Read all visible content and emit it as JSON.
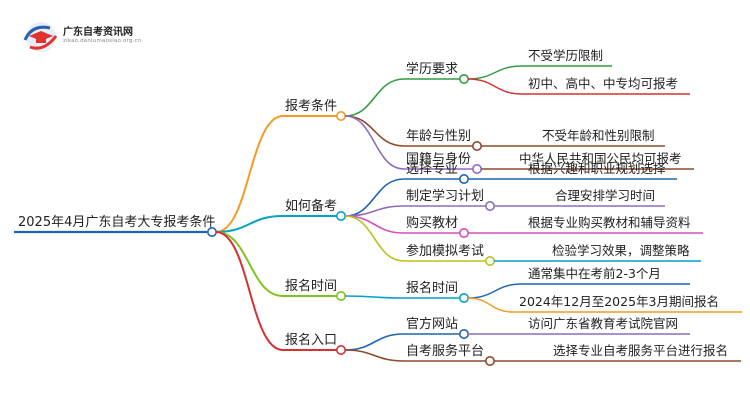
{
  "site": {
    "name": "广东自考资讯网",
    "url_text": "zikao.danlumaosiao.org.cn"
  },
  "mindmap": {
    "root": "2025年4月广东自考大专报考条件",
    "branches": [
      {
        "label": "报考条件",
        "color": "#f59a23",
        "children": [
          {
            "label": "学历要求",
            "color": "#2f9e44",
            "leaves": [
              {
                "label": "不受学历限制",
                "color": "#2f9e44"
              },
              {
                "label": "初中、高中、中专均可报考",
                "color": "#d63031"
              }
            ]
          },
          {
            "label": "年龄与性别",
            "color": "#8b4a2b",
            "leaves": [
              {
                "label": "不受年龄和性别限制",
                "color": "#8b4a2b"
              }
            ]
          },
          {
            "label": "国籍与身份",
            "color": "#8e6bbf",
            "leaves": [
              {
                "label": "中华人民共和国公民均可报考",
                "color": "#8b4a2b"
              }
            ]
          }
        ]
      },
      {
        "label": "如何备考",
        "color": "#00a3c4",
        "children": [
          {
            "label": "选择专业",
            "color": "#1e64b4",
            "leaves": [
              {
                "label": "根据兴趣和职业规划选择",
                "color": "#1e64b4"
              }
            ]
          },
          {
            "label": "制定学习计划",
            "color": "#8e6bbf",
            "leaves": [
              {
                "label": "合理安排学习时间",
                "color": "#8e6bbf"
              }
            ]
          },
          {
            "label": "购买教材",
            "color": "#d94fb5",
            "leaves": [
              {
                "label": "根据专业购买教材和辅导资料",
                "color": "#d94fb5"
              }
            ]
          },
          {
            "label": "参加模拟考试",
            "color": "#b8c21a",
            "leaves": [
              {
                "label": "检验学习效果，调整策略",
                "color": "#00a3c4"
              }
            ]
          }
        ]
      },
      {
        "label": "报名时间",
        "color": "#7fc31c",
        "children": [
          {
            "label": "报名时间",
            "color": "#00a3c4",
            "leaves": [
              {
                "label": "通常集中在考前2-3个月",
                "color": "#1e64b4"
              },
              {
                "label": "2024年12月至2025年3月期间报名",
                "color": "#f59a23"
              }
            ]
          }
        ]
      },
      {
        "label": "报名入口",
        "color": "#d63031",
        "children": [
          {
            "label": "官方网站",
            "color": "#1e64b4",
            "leaves": [
              {
                "label": "访问广东省教育考试院官网",
                "color": "#8e6bbf"
              }
            ]
          },
          {
            "label": "自考服务平台",
            "color": "#8b4a2b",
            "leaves": [
              {
                "label": "选择专业自考服务平台进行报名",
                "color": "#8b4a2b"
              }
            ]
          }
        ]
      }
    ],
    "root_color": "#1e64b4"
  }
}
